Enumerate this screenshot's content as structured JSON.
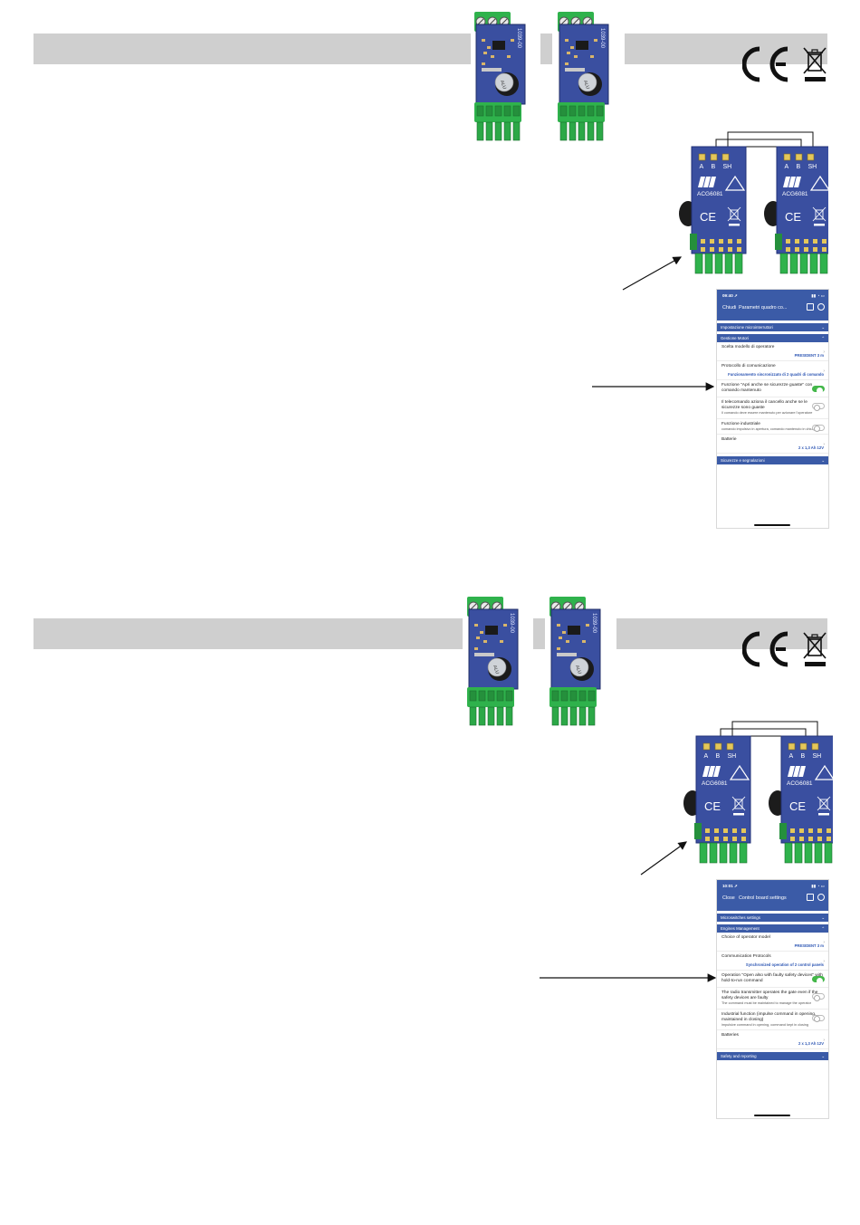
{
  "module_label": "ACG6081",
  "module_code": "1039-00",
  "terminals": [
    "A",
    "B",
    "SH"
  ],
  "capacitor_text": "ALU",
  "colors": {
    "header_bar": "#cfcfcf",
    "pcb": "#3a4fa0",
    "terminal_block": "#2fb24c",
    "app_header": "#3b5ba7",
    "toggle_on": "#43b749"
  },
  "sections": [
    {
      "app": {
        "time": "09:40",
        "close": "Chiudi",
        "title": "Parametri quadro co...",
        "groups": [
          {
            "label": "Impostazione microinterruttori"
          },
          {
            "label": "Gestione Motori"
          },
          {
            "label": "Sicurezze e segnalazioni"
          }
        ],
        "rows": [
          {
            "label": "Scelta modello di operatore",
            "value": "PRESIDENT 3 m"
          },
          {
            "label": "Protocollo di comunicazione",
            "value": "Funzionamento sincronizzato di 2 quadri di comando"
          },
          {
            "label": "Funzione \"Apri anche se sicurezze guaste\" con comando mantenuto",
            "toggle": "on"
          },
          {
            "label": "Il telecomando aziona il cancello anche se le sicurezze sono guaste",
            "sub": "Il comando deve essere mantenuto per azionare l'operatore",
            "toggle": "off"
          },
          {
            "label": "Funzione industriale",
            "sub": "comando impulsivo in apertura, comando mantenuto in chiusura",
            "toggle": "off"
          },
          {
            "label": "Batterie",
            "value": "2 x 1,3 Ah 12V"
          }
        ]
      }
    },
    {
      "app": {
        "time": "10:01",
        "close": "Close",
        "title": "Control board settings",
        "groups": [
          {
            "label": "Microswitches settings"
          },
          {
            "label": "Engines Management"
          },
          {
            "label": "Safety and reporting"
          }
        ],
        "rows": [
          {
            "label": "Choice of operator model",
            "value": "PRESIDENT 3 m"
          },
          {
            "label": "Communication Protocols",
            "value": "Synchronized operation of 2 control panels"
          },
          {
            "label": "Operation \"Open also with faulty safety devices\" with hold-to-run command",
            "toggle": "on"
          },
          {
            "label": "The radio transmitter operates the gate even if the safety devices are faulty",
            "sub": "The command must be maintained to manage the operator",
            "toggle": "off"
          },
          {
            "label": "Industrial function (impulse command in opening, maintained in closing)",
            "sub": "impulsive command in opening, command kept in closing",
            "toggle": "off"
          },
          {
            "label": "Batteries",
            "value": "2 x 1,3 Ah 12V"
          }
        ]
      }
    }
  ]
}
